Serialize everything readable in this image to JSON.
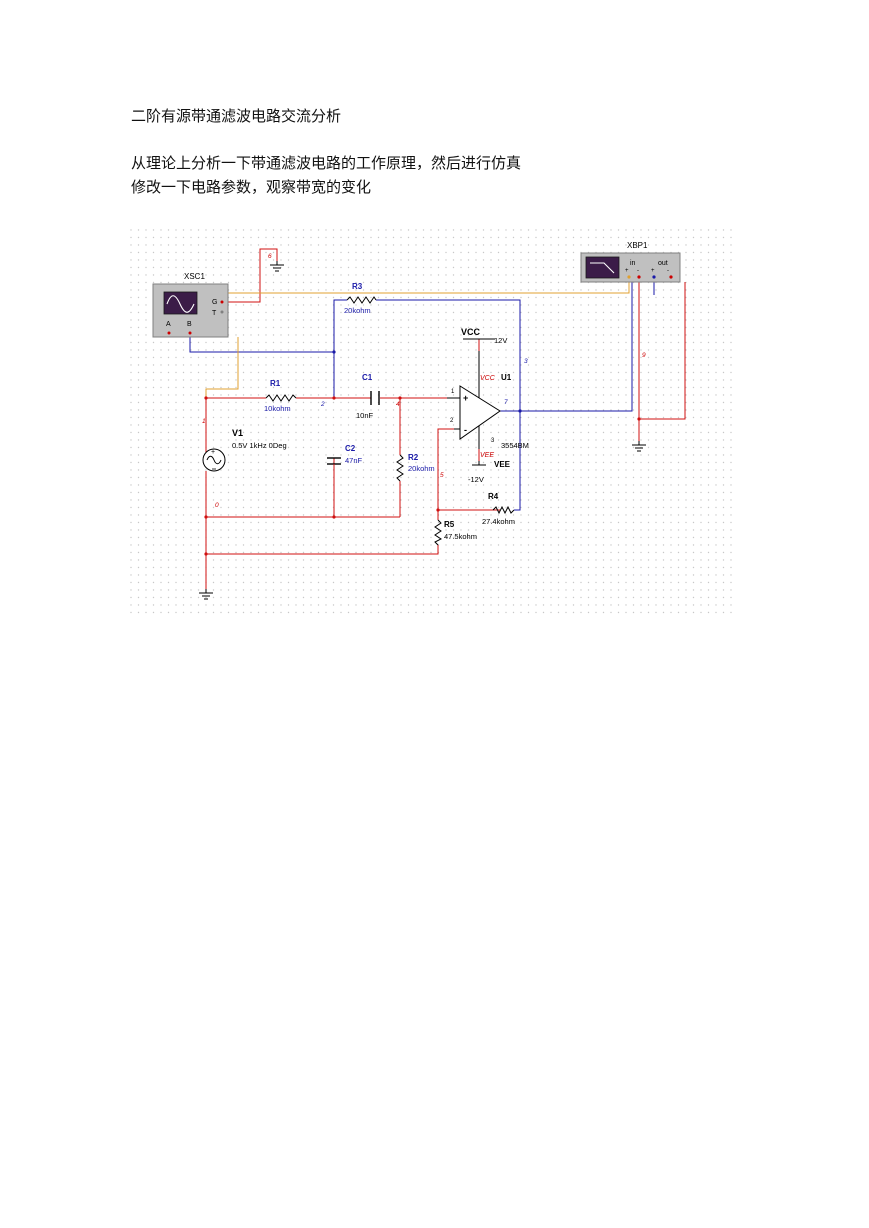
{
  "document": {
    "title": "二阶有源带通滤波电路交流分析",
    "paragraph_line1": "从理论上分析一下带通滤波电路的工作原理，然后进行仿真",
    "paragraph_line2": "修改一下电路参数，观察带宽的变化"
  },
  "schematic": {
    "colors": {
      "wire_red": "#d01010",
      "wire_blue": "#1a1aa8",
      "wire_orange": "#e0a030",
      "label_blue": "#1a1aa8",
      "node_red": "#cc0000",
      "component": "#000000",
      "grid_dot": "#c8c8c8",
      "instrument_body": "#c0c0c0",
      "instrument_screen": "#3b1c48"
    },
    "oscilloscope": {
      "name": "XSC1",
      "terminal_g": "G",
      "terminal_t": "T",
      "terminal_a": "A",
      "terminal_b": "B"
    },
    "bode_plotter": {
      "name": "XBP1",
      "terminal_in": "in",
      "terminal_out": "out",
      "sign_plus": "+",
      "sign_minus": "-"
    },
    "source": {
      "ref": "V1",
      "value": "0.5V 1kHz 0Deg"
    },
    "r1": {
      "ref": "R1",
      "value": "10kohm"
    },
    "r2": {
      "ref": "R2",
      "value": "20kohm"
    },
    "r3": {
      "ref": "R3",
      "value": "20kohm"
    },
    "r4": {
      "ref": "R4",
      "value": "27.4kohm"
    },
    "r5": {
      "ref": "R5",
      "value": "47.5kohm"
    },
    "c1": {
      "ref": "C1",
      "value": "10nF"
    },
    "c2": {
      "ref": "C2",
      "value": "47nF"
    },
    "opamp": {
      "ref": "U1",
      "model": "3554BM",
      "pin_plus": "+",
      "pin_minus": "-",
      "vcc_pin": "VCC",
      "vee_pin": "VEE",
      "pin1": "1",
      "pin2": "2",
      "pin3": "3"
    },
    "vcc": {
      "label": "VCC",
      "voltage": "12V"
    },
    "vee": {
      "label": "VEE",
      "voltage": "-12V"
    },
    "nodes": {
      "n0a": "0",
      "n0b": "0",
      "n1": "1",
      "n2": "2",
      "n3": "3",
      "n4": "4",
      "n5": "5",
      "n6": "6",
      "n7": "7",
      "n9": "9"
    }
  }
}
